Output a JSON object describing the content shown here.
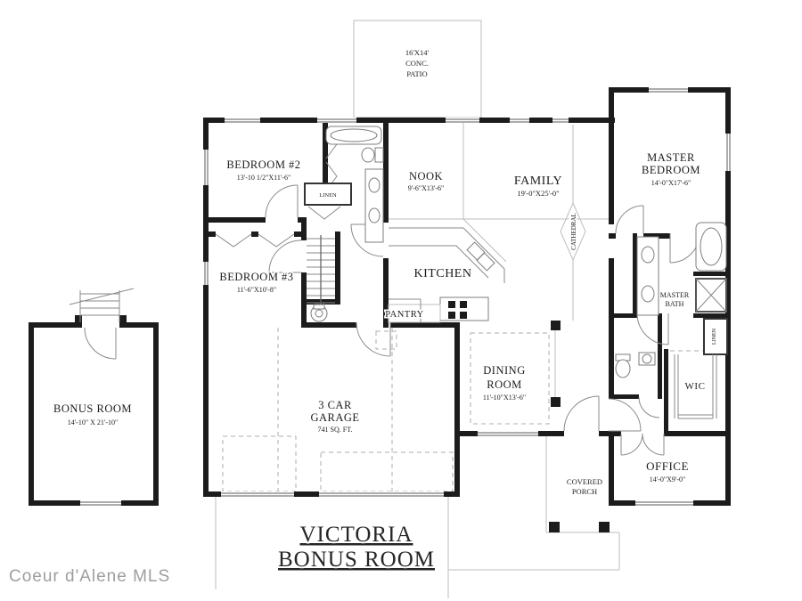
{
  "plan": {
    "patio": {
      "line1": "16'X14'",
      "line2": "CONC.",
      "line3": "PATIO"
    },
    "bedroom2": {
      "name": "BEDROOM #2",
      "dims": "13'-10 1/2\"X11'-6\""
    },
    "nook": {
      "name": "NOOK",
      "dims": "9'-6\"X13'-6\""
    },
    "family": {
      "name": "FAMILY",
      "dims": "19'-0\"X25'-0\""
    },
    "master_bedroom": {
      "name1": "MASTER",
      "name2": "BEDROOM",
      "dims": "14'-0\"X17'-6\""
    },
    "linen_hall": "LINEN",
    "bedroom3": {
      "name": "BEDROOM #3",
      "dims": "11'-6\"X10'-8\""
    },
    "kitchen": {
      "name": "KITCHEN"
    },
    "pantry": {
      "name": "PANTRY"
    },
    "master_bath": {
      "name1": "MASTER",
      "name2": "BATH"
    },
    "cathedral": "CATHEDRAL",
    "linen_master": "LINEN",
    "dining": {
      "name1": "DINING",
      "name2": "ROOM",
      "dims": "11'-10\"X13'-6\""
    },
    "wic": {
      "name": "WIC"
    },
    "garage": {
      "name1": "3 CAR",
      "name2": "GARAGE",
      "dims": "741 SQ. FT."
    },
    "bonus": {
      "name": "BONUS ROOM",
      "dims": "14'-10\" X 21'-10\""
    },
    "office": {
      "name": "OFFICE",
      "dims": "14'-0\"X9'-0\""
    },
    "porch": {
      "name1": "COVERED",
      "name2": "PORCH"
    }
  },
  "title": {
    "line1": "VICTORIA",
    "line2": "BONUS ROOM"
  },
  "watermark": "Coeur d'Alene MLS",
  "colors": {
    "wall": "#1c1c1c",
    "thin_line": "#8a8a8a",
    "text": "#1d1d1d",
    "watermark": "#9e9e9e"
  }
}
